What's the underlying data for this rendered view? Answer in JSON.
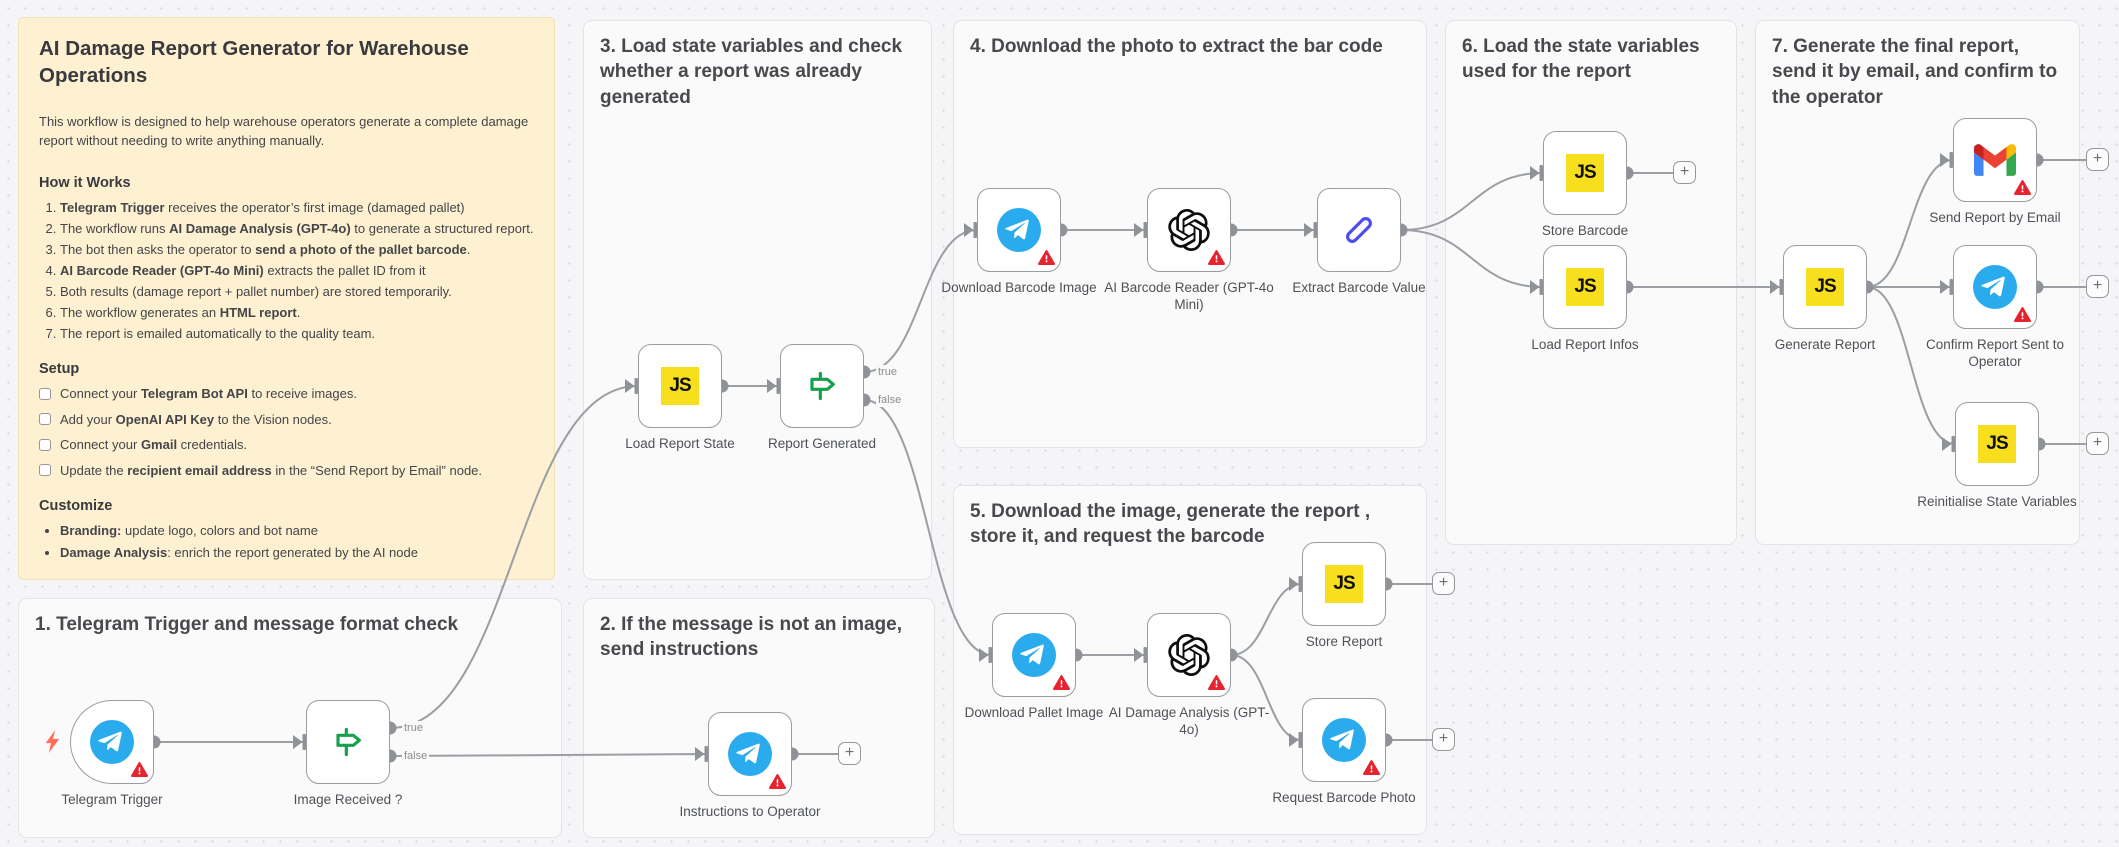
{
  "canvas": {
    "plus": "+"
  },
  "ports": {
    "true_label": "true",
    "false_label": "false"
  },
  "colors": {
    "sticky_bg": "#FDF1D1",
    "telegram_blue": "#2AABEE",
    "js_yellow": "#F7DF1E",
    "openai_black": "#0D0D0D",
    "if_green": "#16A04B",
    "pen_blue": "#4B4DED",
    "warning_red": "#E6232F",
    "connector_gray": "#9B9EA3"
  },
  "sticky": {
    "title": "AI Damage Report Generator for Warehouse Operations",
    "intro": "This workflow is designed to help warehouse operators generate a complete damage report without needing to write anything manually.",
    "how": {
      "heading": "How it Works",
      "steps": [
        {
          "pre": "",
          "bold": "Telegram Trigger",
          "post": " receives the operator’s first image (damaged pallet)"
        },
        {
          "pre": "The workflow runs ",
          "bold": "AI Damage Analysis (GPT-4o)",
          "post": " to generate a structured report."
        },
        {
          "pre": "The bot then asks the operator to ",
          "bold": "send a photo of the pallet barcode",
          "post": "."
        },
        {
          "pre": "",
          "bold": "AI Barcode Reader (GPT-4o Mini)",
          "post": " extracts the pallet ID from it"
        },
        {
          "pre": "Both results (damage report + pallet number) are stored temporarily.",
          "bold": "",
          "post": ""
        },
        {
          "pre": "The workflow generates an ",
          "bold": "HTML report",
          "post": "."
        },
        {
          "pre": "The report is emailed automatically to the quality team.",
          "bold": "",
          "post": ""
        }
      ]
    },
    "setup": {
      "heading": "Setup",
      "items": [
        {
          "pre": "Connect your ",
          "bold": "Telegram Bot API",
          "post": " to receive images."
        },
        {
          "pre": "Add your ",
          "bold": "OpenAI API Key",
          "post": " to the Vision nodes."
        },
        {
          "pre": "Connect your ",
          "bold": "Gmail",
          "post": " credentials."
        },
        {
          "pre": "Update the ",
          "bold": "recipient email address",
          "post": " in the “Send Report by Email” node."
        }
      ]
    },
    "customize": {
      "heading": "Customize",
      "items": [
        {
          "pre": "",
          "bold": "Branding:",
          "post": " update logo, colors and bot name"
        },
        {
          "pre": "",
          "bold": "Damage Analysis",
          "post": ": enrich the report generated by the AI node"
        }
      ]
    }
  },
  "sections": {
    "s1": {
      "title": "1. Telegram Trigger and message format check"
    },
    "s2": {
      "title": "2. If the message is not an image, send instructions"
    },
    "s3": {
      "title": "3. Load state variables and check whether a report was already generated"
    },
    "s4": {
      "title": "4. Download the photo to extract the bar code"
    },
    "s5": {
      "title": "5. Download the image, generate the report , store it, and request the barcode"
    },
    "s6": {
      "title": "6. Load the state variables used for the report"
    },
    "s7": {
      "title": "7. Generate the final report, send it by email, and confirm to the operator"
    }
  },
  "nodes": {
    "telegram_trigger": {
      "label": "Telegram Trigger",
      "type": "telegram-trigger",
      "warning": true
    },
    "image_received": {
      "label": "Image Received ?",
      "type": "if",
      "warning": false
    },
    "instructions_operator": {
      "label": "Instructions to Operator",
      "type": "telegram",
      "warning": true
    },
    "load_report_state": {
      "label": "Load Report State",
      "type": "code",
      "warning": false
    },
    "report_generated": {
      "label": "Report Generated",
      "type": "if",
      "warning": false
    },
    "download_barcode_image": {
      "label": "Download Barcode Image",
      "type": "telegram",
      "warning": true
    },
    "ai_barcode_reader": {
      "label": "AI Barcode Reader (GPT-4o Mini)",
      "type": "openai",
      "warning": true
    },
    "extract_barcode_value": {
      "label": "Extract Barcode Value",
      "type": "set",
      "warning": false
    },
    "store_barcode": {
      "label": "Store Barcode",
      "type": "code",
      "warning": false
    },
    "load_report_infos": {
      "label": "Load Report Infos",
      "type": "code",
      "warning": false
    },
    "generate_report": {
      "label": "Generate Report",
      "type": "code",
      "warning": false
    },
    "send_report_email": {
      "label": "Send Report by Email",
      "type": "gmail",
      "warning": true
    },
    "confirm_report": {
      "label": "Confirm Report Sent to Operator",
      "type": "telegram",
      "warning": true
    },
    "reinitialise_state": {
      "label": "Reinitialise State Variables",
      "type": "code",
      "warning": false
    },
    "download_pallet_image": {
      "label": "Download Pallet Image",
      "type": "telegram",
      "warning": true
    },
    "ai_damage_analysis": {
      "label": "AI Damage Analysis (GPT-4o)",
      "type": "openai",
      "warning": true
    },
    "store_report": {
      "label": "Store Report",
      "type": "code",
      "warning": false
    },
    "request_barcode_photo": {
      "label": "Request Barcode Photo",
      "type": "telegram",
      "warning": true
    }
  }
}
